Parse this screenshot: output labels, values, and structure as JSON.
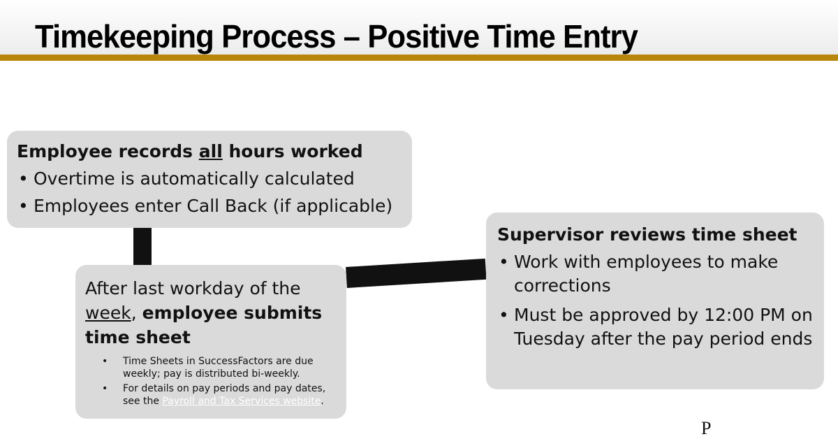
{
  "slide": {
    "title": "Timekeeping Process – Positive Time Entry",
    "accent_color": "#b8860b",
    "box_color": "#dadada",
    "connector_color": "#111111"
  },
  "box1": {
    "heading_pre": "Employee records ",
    "heading_underlined": "all",
    "heading_post": " hours worked",
    "bullets": [
      "Overtime is automatically calculated",
      "Employees enter Call Back (if applicable)"
    ]
  },
  "box2": {
    "lead_pre": "After last workday of the ",
    "lead_underlined": "week",
    "lead_sep": ", ",
    "lead_bold": "employee submits time sheet",
    "bullets": [
      "Time Sheets in SuccessFactors are due weekly; pay is distributed bi-weekly."
    ],
    "details_pre": "For details on pay periods and pay dates, see the ",
    "details_link": "Payroll and Tax Services website",
    "details_post": "."
  },
  "box3": {
    "heading": "Supervisor reviews time sheet",
    "bullets": [
      "Work with employees to make corrections",
      "Must be approved by 12:00 PM on Tuesday after the pay period ends"
    ]
  },
  "corner_fragment": "P"
}
